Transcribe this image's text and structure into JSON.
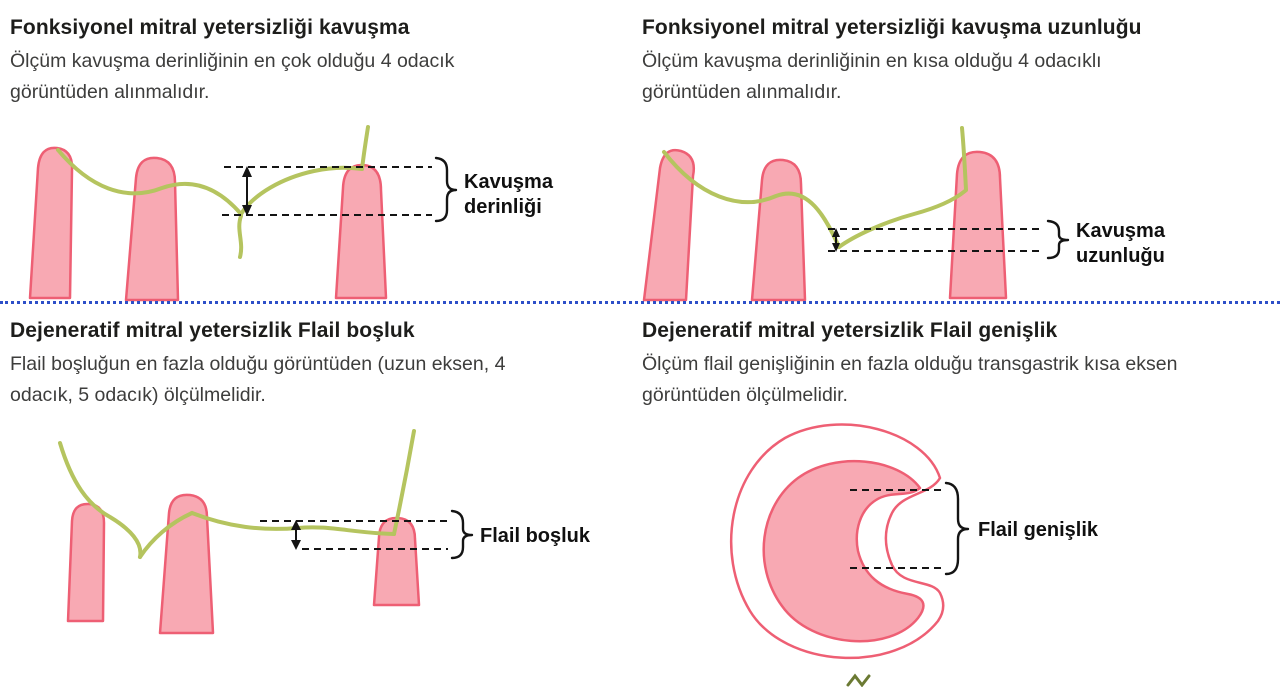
{
  "colors": {
    "pink-fill": "#f8a9b3",
    "pink-stroke": "#ee5f74",
    "green": "#b5c45f",
    "divider": "#2d4fc8"
  },
  "panels": [
    {
      "title": "Fonksiyonel mitral yetersizliği kavuşma",
      "description": "Ölçüm kavuşma derinliğinin en çok olduğu 4 odacık görüntüden alınmalıdır.",
      "label_line1": "Kavuşma",
      "label_line2": "derinliği"
    },
    {
      "title": "Fonksiyonel mitral yetersizliği kavuşma uzunluğu",
      "description": "Ölçüm kavuşma derinliğinin en kısa olduğu 4 odacıklı görüntüden alınmalıdır.",
      "label_line1": "Kavuşma",
      "label_line2": "uzunluğu"
    },
    {
      "title": "Dejeneratif mitral yetersizlik Flail boşluk",
      "description": "Flail boşluğun en fazla olduğu görüntüden (uzun eksen, 4 odacık, 5 odacık) ölçülmelidir.",
      "label_line1": "Flail boşluk"
    },
    {
      "title": "Dejeneratif mitral yetersizlik Flail genişlik",
      "description": "Ölçüm flail genişliğinin en fazla olduğu transgastrik kısa eksen görüntüden ölçülmelidir.",
      "label_line1": "Flail genişlik"
    }
  ]
}
